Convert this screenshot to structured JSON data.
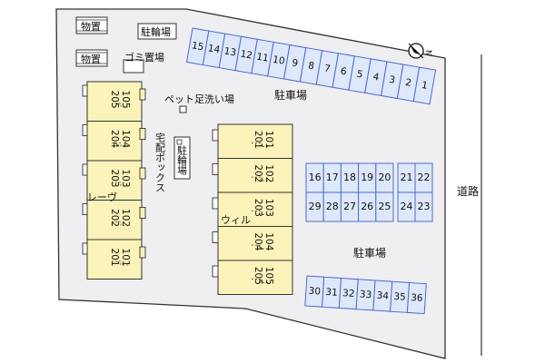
{
  "colors": {
    "site": "#efeff1",
    "building": "#fbf3b9",
    "parking": "#dfe8fb",
    "parking_stroke": "#4a6bd0",
    "line": "#333333"
  },
  "labels": {
    "storage": "物置",
    "bicycle_parking": "駐輪場",
    "garbage": "ゴミ置場",
    "pet_wash": "ペット足洗い場",
    "parcel_box": "宅配ボックス",
    "parking_top": "駐車場",
    "parking_mid": "駐車場",
    "road": "道路",
    "building_left": "レーヴ",
    "building_right": "ウィル"
  },
  "left_units": [
    {
      "upper": "205",
      "lower": "105"
    },
    {
      "upper": "204",
      "lower": "104"
    },
    {
      "upper": "203",
      "lower": "103"
    },
    {
      "upper": "202",
      "lower": "102"
    },
    {
      "upper": "201",
      "lower": "101"
    }
  ],
  "right_units": [
    {
      "upper": "201",
      "lower": "101"
    },
    {
      "upper": "202",
      "lower": "102"
    },
    {
      "upper": "203",
      "lower": "103"
    },
    {
      "upper": "204",
      "lower": "104"
    },
    {
      "upper": "205",
      "lower": "105"
    }
  ],
  "parking": {
    "top_row": [
      "15",
      "14",
      "13",
      "12",
      "11",
      "10",
      "9",
      "8",
      "7",
      "6",
      "5",
      "4",
      "3",
      "2",
      "1"
    ],
    "block_a_top": [
      "16",
      "17",
      "18",
      "19",
      "20"
    ],
    "block_a_bottom": [
      "29",
      "28",
      "27",
      "26",
      "25"
    ],
    "block_b_top": [
      "21",
      "22"
    ],
    "block_b_bottom": [
      "24",
      "23"
    ],
    "bottom_row": [
      "30",
      "31",
      "32",
      "33",
      "34",
      "35",
      "36"
    ]
  },
  "compass": {
    "symbol": "N"
  }
}
